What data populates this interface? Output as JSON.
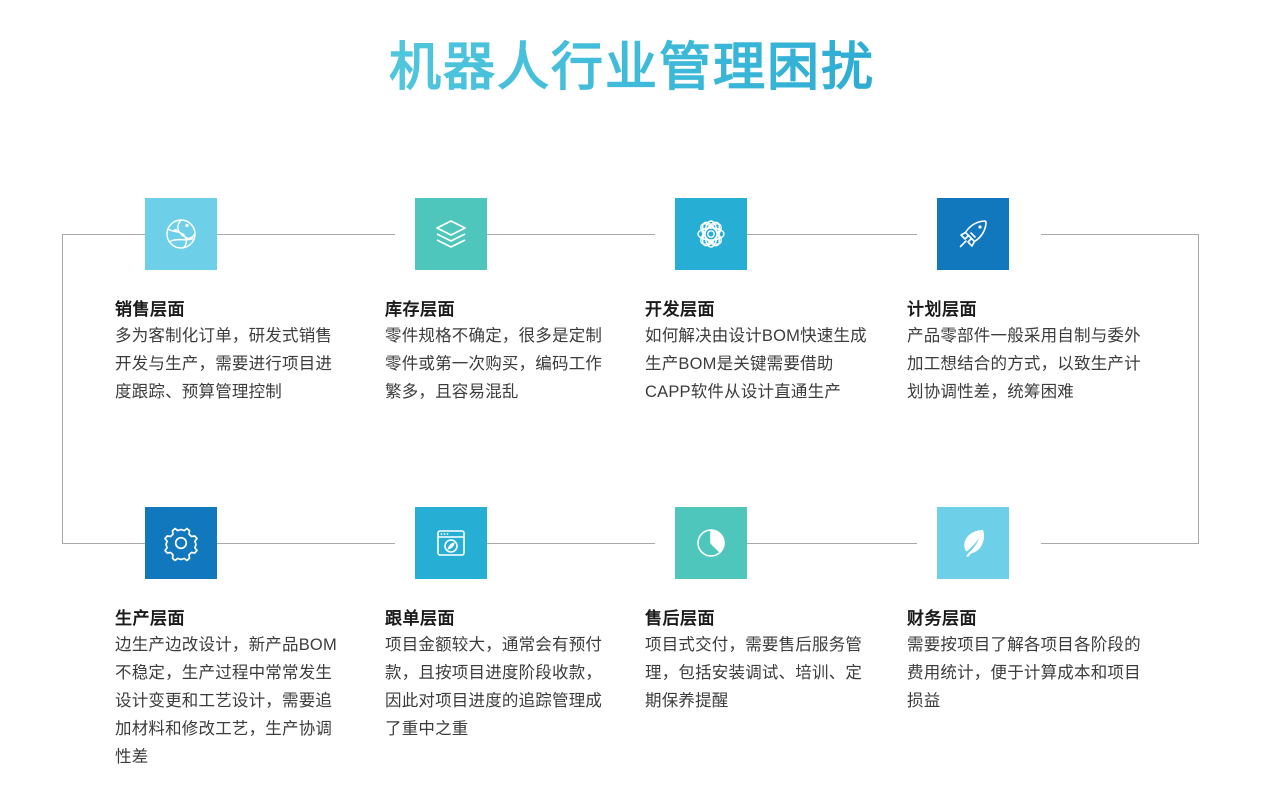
{
  "page": {
    "title": "机器人行业管理困扰",
    "background_color": "#ffffff",
    "title_gradient_from": "#6ECFE8",
    "title_gradient_to": "#1289C4",
    "connector_line_color": "#a9a9a9",
    "heading_color": "#1a1a1a",
    "body_color": "#3c3c3c"
  },
  "rows": [
    {
      "name": "top-row",
      "cards": [
        {
          "icon": "globe-network-icon",
          "icon_color": "#6ECFE8",
          "title": "销售层面",
          "body": "多为客制化订单，研发式销售开发与生产，需要进行项目进度跟踪、预算管理控制"
        },
        {
          "icon": "layers-stack-icon",
          "icon_color": "#4FC6BC",
          "title": "库存层面",
          "body": "零件规格不确定，很多是定制零件或第一次购买，编码工作繁多，且容易混乱"
        },
        {
          "icon": "atom-icon",
          "icon_color": "#27AED4",
          "title": "开发层面",
          "body": "如何解决由设计BOM快速生成生产BOM是关键需要借助CAPP软件从设计直通生产"
        },
        {
          "icon": "rocket-icon",
          "icon_color": "#1178BE",
          "title": "计划层面",
          "body": "产品零部件一般采用自制与委外加工想结合的方式，以致生产计划协调性差，统筹困难"
        }
      ]
    },
    {
      "name": "bottom-row",
      "cards": [
        {
          "icon": "gear-icon",
          "icon_color": "#1178BE",
          "title": "生产层面",
          "body": "边生产边改设计，新产品BOM不稳定，生产过程中常常发生设计变更和工艺设计，需要追加材料和修改工艺，生产协调性差"
        },
        {
          "icon": "browser-window-leaf-icon",
          "icon_color": "#27AED4",
          "title": "跟单层面",
          "body": "项目金额较大，通常会有预付款，且按项目进度阶段收款，因此对项目进度的追踪管理成了重中之重"
        },
        {
          "icon": "pie-chart-icon",
          "icon_color": "#4FC6BC",
          "title": "售后层面",
          "body": "项目式交付，需要售后服务管理，包括安装调试、培训、定期保养提醒"
        },
        {
          "icon": "feather-icon",
          "icon_color": "#6ECFE8",
          "title": "财务层面",
          "body": "需要按项目了解各项目各阶段的费用统计，便于计算成本和项目损益"
        }
      ]
    }
  ]
}
